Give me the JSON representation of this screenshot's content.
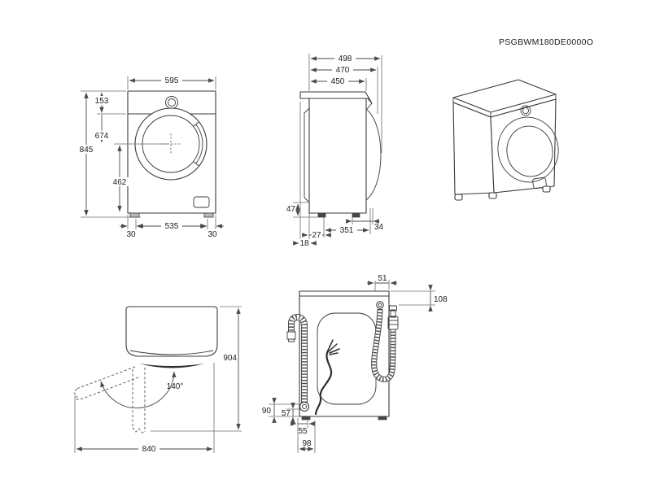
{
  "page": {
    "background": "#ffffff",
    "line_color": "#3a3a3a"
  },
  "product_code": "PSGBWM180DE0000O",
  "views": {
    "front": {
      "dims": {
        "width": "595",
        "total_height": "845",
        "panel_height": "153",
        "door_center_from_top": "674",
        "door_center_from_bottom": "462",
        "feet_spacing": "535",
        "foot_inset_left": "30",
        "foot_inset_right": "30"
      }
    },
    "side": {
      "dims": {
        "depth_max": "498",
        "depth_with_door": "470",
        "depth_body": "450",
        "base_clearance": "47",
        "front_foot_inset": "34",
        "feet_spacing": "351",
        "rear_foot_inset": "27",
        "rear_overhang": "18"
      }
    },
    "top": {
      "dims": {
        "depth_door_open": "904",
        "width_door_open": "840",
        "door_opening_angle": "140°"
      }
    },
    "back": {
      "dims": {
        "inlet_hose_offset": "51",
        "inlet_hose_drop": "108",
        "drain_height_a": "90",
        "drain_height_b": "57",
        "drain_offset_a": "55",
        "drain_offset_b": "98"
      }
    }
  }
}
